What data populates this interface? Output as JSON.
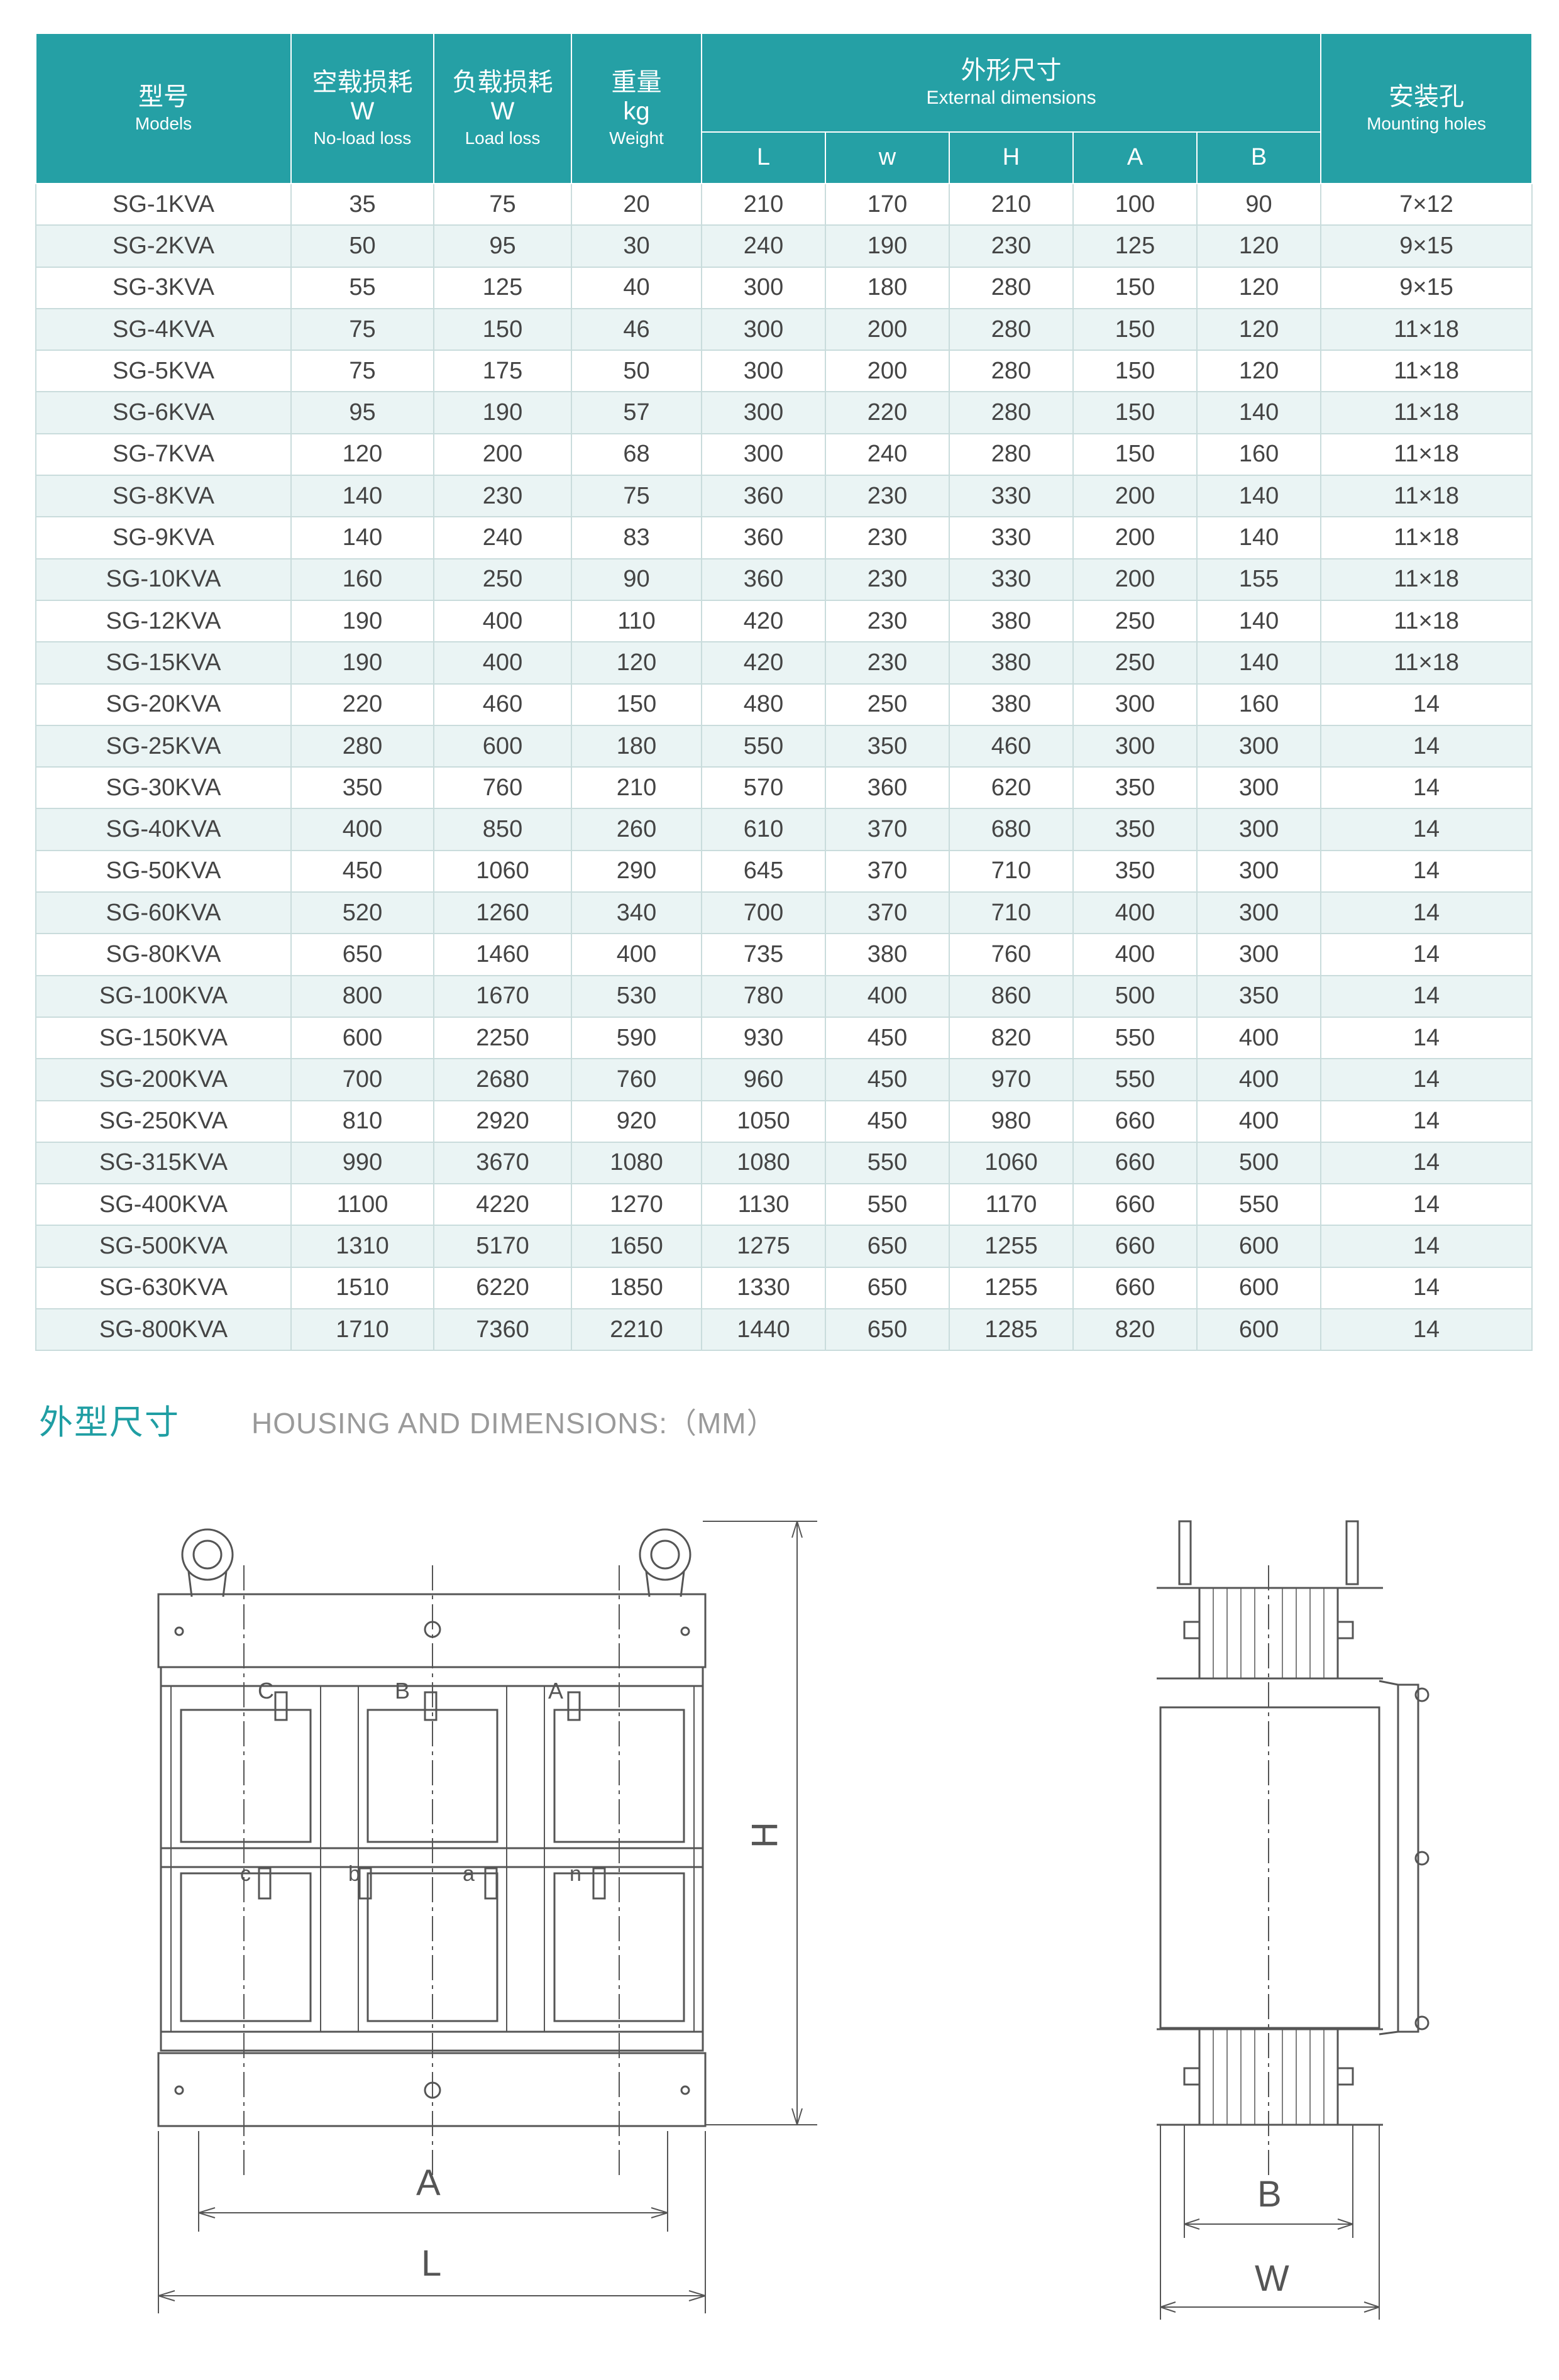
{
  "table": {
    "headers": {
      "model": {
        "zh": "型号",
        "en": "Models"
      },
      "noload": {
        "zh": "空载损耗",
        "unit": "W",
        "en": "No-load loss"
      },
      "load": {
        "zh": "负载损耗",
        "unit": "W",
        "en": "Load loss"
      },
      "weight": {
        "zh": "重量",
        "unit": "kg",
        "en": "Weight"
      },
      "dims": {
        "zh": "外形尺寸",
        "en": "External dimensions"
      },
      "holes": {
        "zh": "安装孔",
        "en": "Mounting holes"
      },
      "sub": [
        "L",
        "w",
        "H",
        "A",
        "B"
      ]
    },
    "rows": [
      [
        "SG-1KVA",
        "35",
        "75",
        "20",
        "210",
        "170",
        "210",
        "100",
        "90",
        "7×12"
      ],
      [
        "SG-2KVA",
        "50",
        "95",
        "30",
        "240",
        "190",
        "230",
        "125",
        "120",
        "9×15"
      ],
      [
        "SG-3KVA",
        "55",
        "125",
        "40",
        "300",
        "180",
        "280",
        "150",
        "120",
        "9×15"
      ],
      [
        "SG-4KVA",
        "75",
        "150",
        "46",
        "300",
        "200",
        "280",
        "150",
        "120",
        "11×18"
      ],
      [
        "SG-5KVA",
        "75",
        "175",
        "50",
        "300",
        "200",
        "280",
        "150",
        "120",
        "11×18"
      ],
      [
        "SG-6KVA",
        "95",
        "190",
        "57",
        "300",
        "220",
        "280",
        "150",
        "140",
        "11×18"
      ],
      [
        "SG-7KVA",
        "120",
        "200",
        "68",
        "300",
        "240",
        "280",
        "150",
        "160",
        "11×18"
      ],
      [
        "SG-8KVA",
        "140",
        "230",
        "75",
        "360",
        "230",
        "330",
        "200",
        "140",
        "11×18"
      ],
      [
        "SG-9KVA",
        "140",
        "240",
        "83",
        "360",
        "230",
        "330",
        "200",
        "140",
        "11×18"
      ],
      [
        "SG-10KVA",
        "160",
        "250",
        "90",
        "360",
        "230",
        "330",
        "200",
        "155",
        "11×18"
      ],
      [
        "SG-12KVA",
        "190",
        "400",
        "110",
        "420",
        "230",
        "380",
        "250",
        "140",
        "11×18"
      ],
      [
        "SG-15KVA",
        "190",
        "400",
        "120",
        "420",
        "230",
        "380",
        "250",
        "140",
        "11×18"
      ],
      [
        "SG-20KVA",
        "220",
        "460",
        "150",
        "480",
        "250",
        "380",
        "300",
        "160",
        "14"
      ],
      [
        "SG-25KVA",
        "280",
        "600",
        "180",
        "550",
        "350",
        "460",
        "300",
        "300",
        "14"
      ],
      [
        "SG-30KVA",
        "350",
        "760",
        "210",
        "570",
        "360",
        "620",
        "350",
        "300",
        "14"
      ],
      [
        "SG-40KVA",
        "400",
        "850",
        "260",
        "610",
        "370",
        "680",
        "350",
        "300",
        "14"
      ],
      [
        "SG-50KVA",
        "450",
        "1060",
        "290",
        "645",
        "370",
        "710",
        "350",
        "300",
        "14"
      ],
      [
        "SG-60KVA",
        "520",
        "1260",
        "340",
        "700",
        "370",
        "710",
        "400",
        "300",
        "14"
      ],
      [
        "SG-80KVA",
        "650",
        "1460",
        "400",
        "735",
        "380",
        "760",
        "400",
        "300",
        "14"
      ],
      [
        "SG-100KVA",
        "800",
        "1670",
        "530",
        "780",
        "400",
        "860",
        "500",
        "350",
        "14"
      ],
      [
        "SG-150KVA",
        "600",
        "2250",
        "590",
        "930",
        "450",
        "820",
        "550",
        "400",
        "14"
      ],
      [
        "SG-200KVA",
        "700",
        "2680",
        "760",
        "960",
        "450",
        "970",
        "550",
        "400",
        "14"
      ],
      [
        "SG-250KVA",
        "810",
        "2920",
        "920",
        "1050",
        "450",
        "980",
        "660",
        "400",
        "14"
      ],
      [
        "SG-315KVA",
        "990",
        "3670",
        "1080",
        "1080",
        "550",
        "1060",
        "660",
        "500",
        "14"
      ],
      [
        "SG-400KVA",
        "1100",
        "4220",
        "1270",
        "1130",
        "550",
        "1170",
        "660",
        "550",
        "14"
      ],
      [
        "SG-500KVA",
        "1310",
        "5170",
        "1650",
        "1275",
        "650",
        "1255",
        "660",
        "600",
        "14"
      ],
      [
        "SG-630KVA",
        "1510",
        "6220",
        "1850",
        "1330",
        "650",
        "1255",
        "660",
        "600",
        "14"
      ],
      [
        "SG-800KVA",
        "1710",
        "7360",
        "2210",
        "1440",
        "650",
        "1285",
        "820",
        "600",
        "14"
      ]
    ]
  },
  "section": {
    "title": "外型尺寸",
    "subtitle": "HOUSING AND DIMENSIONS:（MM）"
  },
  "drawing": {
    "front_labels": {
      "top": [
        "C",
        "B",
        "A"
      ],
      "bottom": [
        "c",
        "b",
        "a",
        "n"
      ]
    },
    "dims": {
      "H": "H",
      "A": "A",
      "L": "L",
      "B": "B",
      "W": "W"
    }
  },
  "colors": {
    "header_bg": "#25a0a5",
    "stripe": "#eaf4f4",
    "title": "#1f9ea3",
    "subtitle": "#9a9a9a"
  }
}
